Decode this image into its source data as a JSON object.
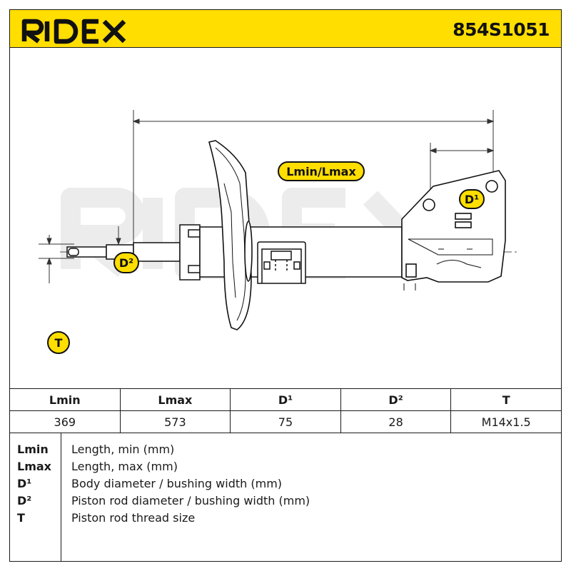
{
  "header": {
    "brand": "RIDEX",
    "part_number": "854S1051"
  },
  "drawing": {
    "watermark": "RIDEX",
    "labels": {
      "lmin_lmax": "Lmin/Lmax",
      "d1": "D¹",
      "d2": "D²",
      "t": "T"
    }
  },
  "specs": {
    "headers": [
      "Lmin",
      "Lmax",
      "D¹",
      "D²",
      "T"
    ],
    "values": [
      "369",
      "573",
      "75",
      "28",
      "M14x1.5"
    ]
  },
  "legend": [
    {
      "key": "Lmin",
      "desc": "Length, min (mm)"
    },
    {
      "key": "Lmax",
      "desc": "Length, max (mm)"
    },
    {
      "key": "D¹",
      "desc": "Body diameter / bushing width (mm)"
    },
    {
      "key": "D²",
      "desc": "Piston rod diameter / bushing width (mm)"
    },
    {
      "key": "T",
      "desc": "Piston rod thread size"
    }
  ],
  "colors": {
    "brand_yellow": "#ffde00",
    "ink": "#1a1a1a",
    "watermark": "#ececec"
  }
}
